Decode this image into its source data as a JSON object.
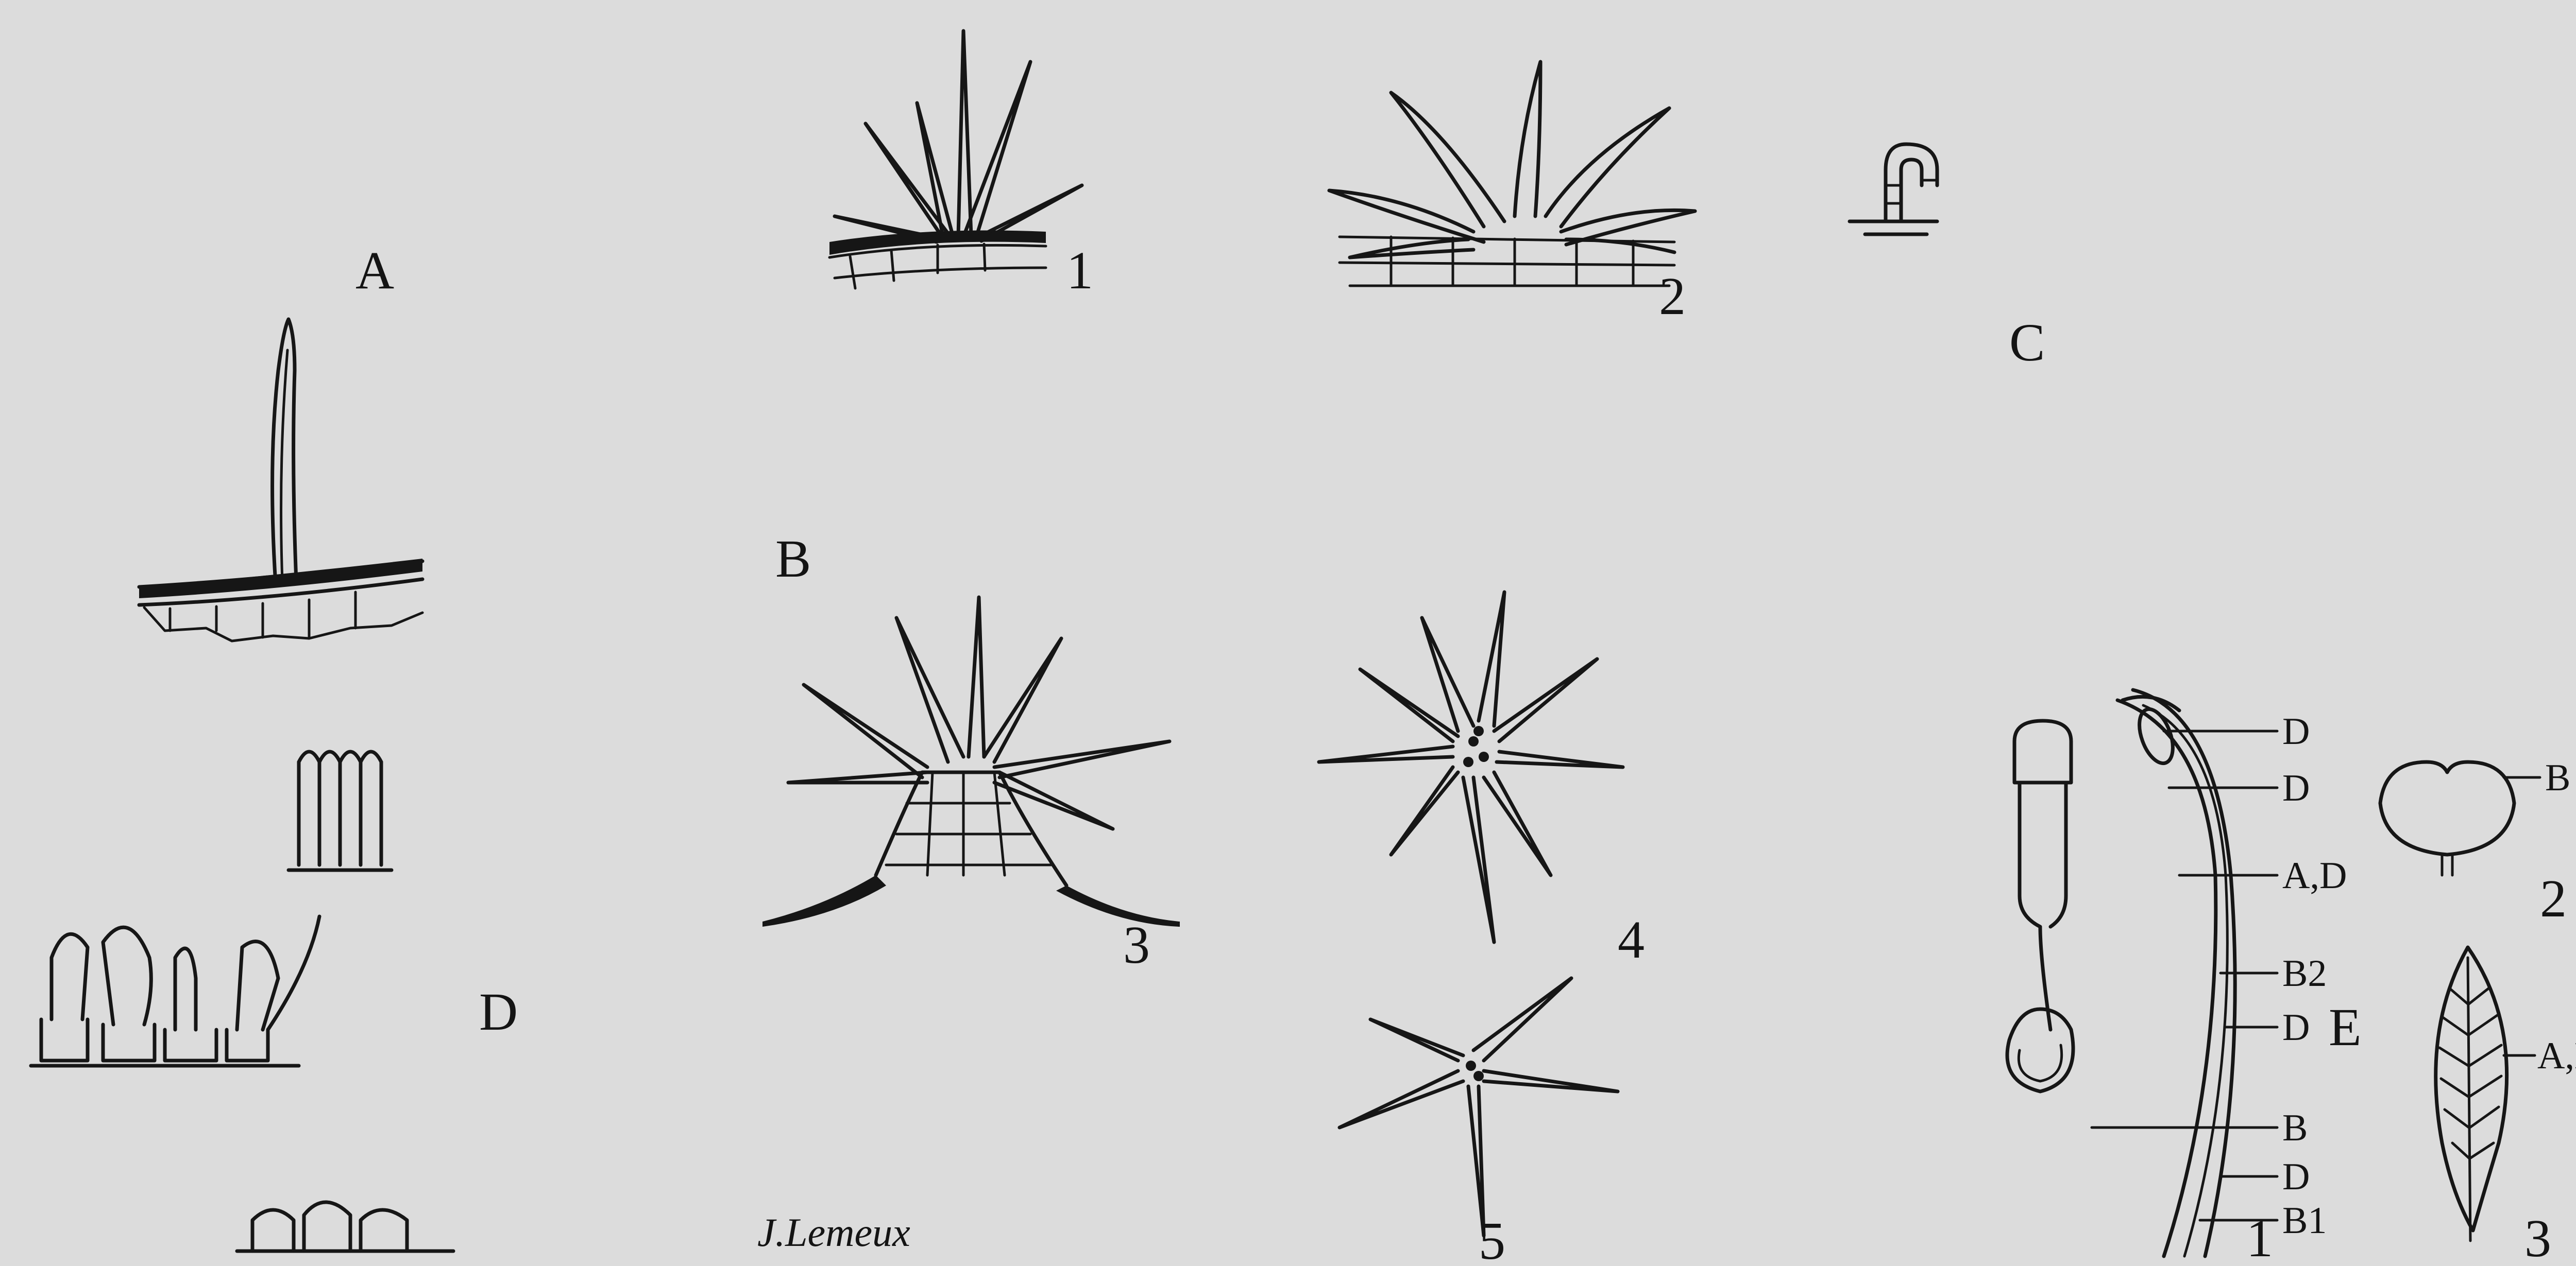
{
  "figure": {
    "panel_labels": {
      "a": "A",
      "b": "B",
      "c": "C",
      "d": "D",
      "e": "E"
    },
    "b_numbers": [
      "1",
      "2",
      "3",
      "4",
      "5"
    ],
    "e_numbers": [
      "1",
      "2",
      "3"
    ],
    "e1_callouts": [
      "D",
      "D",
      "A,D",
      "B2",
      "D",
      "B",
      "D",
      "B1"
    ],
    "e2_callout": "B",
    "e3_callout": "A,B,C",
    "signature": "J.Lemeux"
  },
  "colors": {
    "background": "#dcdcdc",
    "ink": "#161616"
  }
}
